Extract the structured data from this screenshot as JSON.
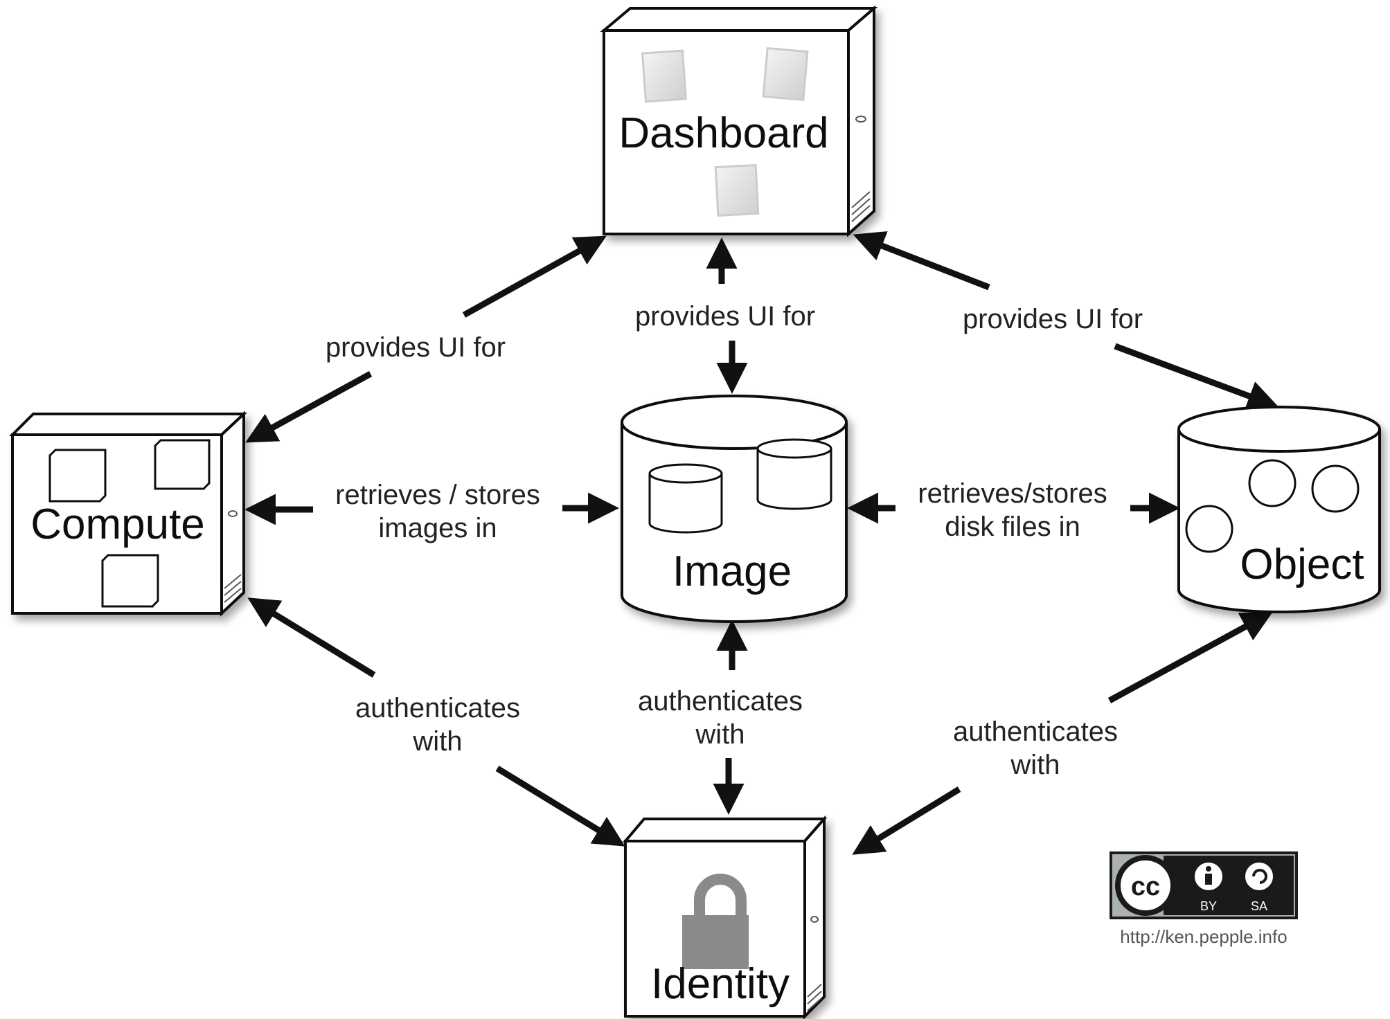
{
  "nodes": {
    "dashboard": {
      "label": "Dashboard",
      "shape": "server",
      "icon": "document-pages-icon"
    },
    "compute": {
      "label": "Compute",
      "shape": "server",
      "icon": "cube-icon"
    },
    "image": {
      "label": "Image",
      "shape": "database",
      "icon": "small-cylinder-icon"
    },
    "object": {
      "label": "Object",
      "shape": "database",
      "icon": "circle-icon"
    },
    "identity": {
      "label": "Identity",
      "shape": "server",
      "icon": "padlock-icon"
    }
  },
  "edges": [
    {
      "from": "dashboard",
      "to": "compute",
      "label": [
        "provides UI for"
      ],
      "direction": "both"
    },
    {
      "from": "dashboard",
      "to": "image",
      "label": [
        "provides UI for"
      ],
      "direction": "both"
    },
    {
      "from": "dashboard",
      "to": "object",
      "label": [
        "provides UI for"
      ],
      "direction": "both"
    },
    {
      "from": "compute",
      "to": "image",
      "label": [
        "retrieves / stores",
        "images in"
      ],
      "direction": "both"
    },
    {
      "from": "object",
      "to": "image",
      "label": [
        "retrieves/stores",
        "disk files in"
      ],
      "direction": "both"
    },
    {
      "from": "compute",
      "to": "identity",
      "label": [
        "authenticates",
        "with"
      ],
      "direction": "both"
    },
    {
      "from": "image",
      "to": "identity",
      "label": [
        "authenticates",
        "with"
      ],
      "direction": "both"
    },
    {
      "from": "object",
      "to": "identity",
      "label": [
        "authenticates",
        "with"
      ],
      "direction": "both"
    }
  ],
  "license": {
    "cc": "cc",
    "by": "BY",
    "sa": "SA",
    "url": "http://ken.pepple.info",
    "colors": {
      "badge_bg": "#1a1a1a",
      "badge_light": "#aab2ab"
    }
  },
  "colors": {
    "stroke": "#111111",
    "lock": "#8a8a8a",
    "shadow": "#cfcfcf"
  }
}
